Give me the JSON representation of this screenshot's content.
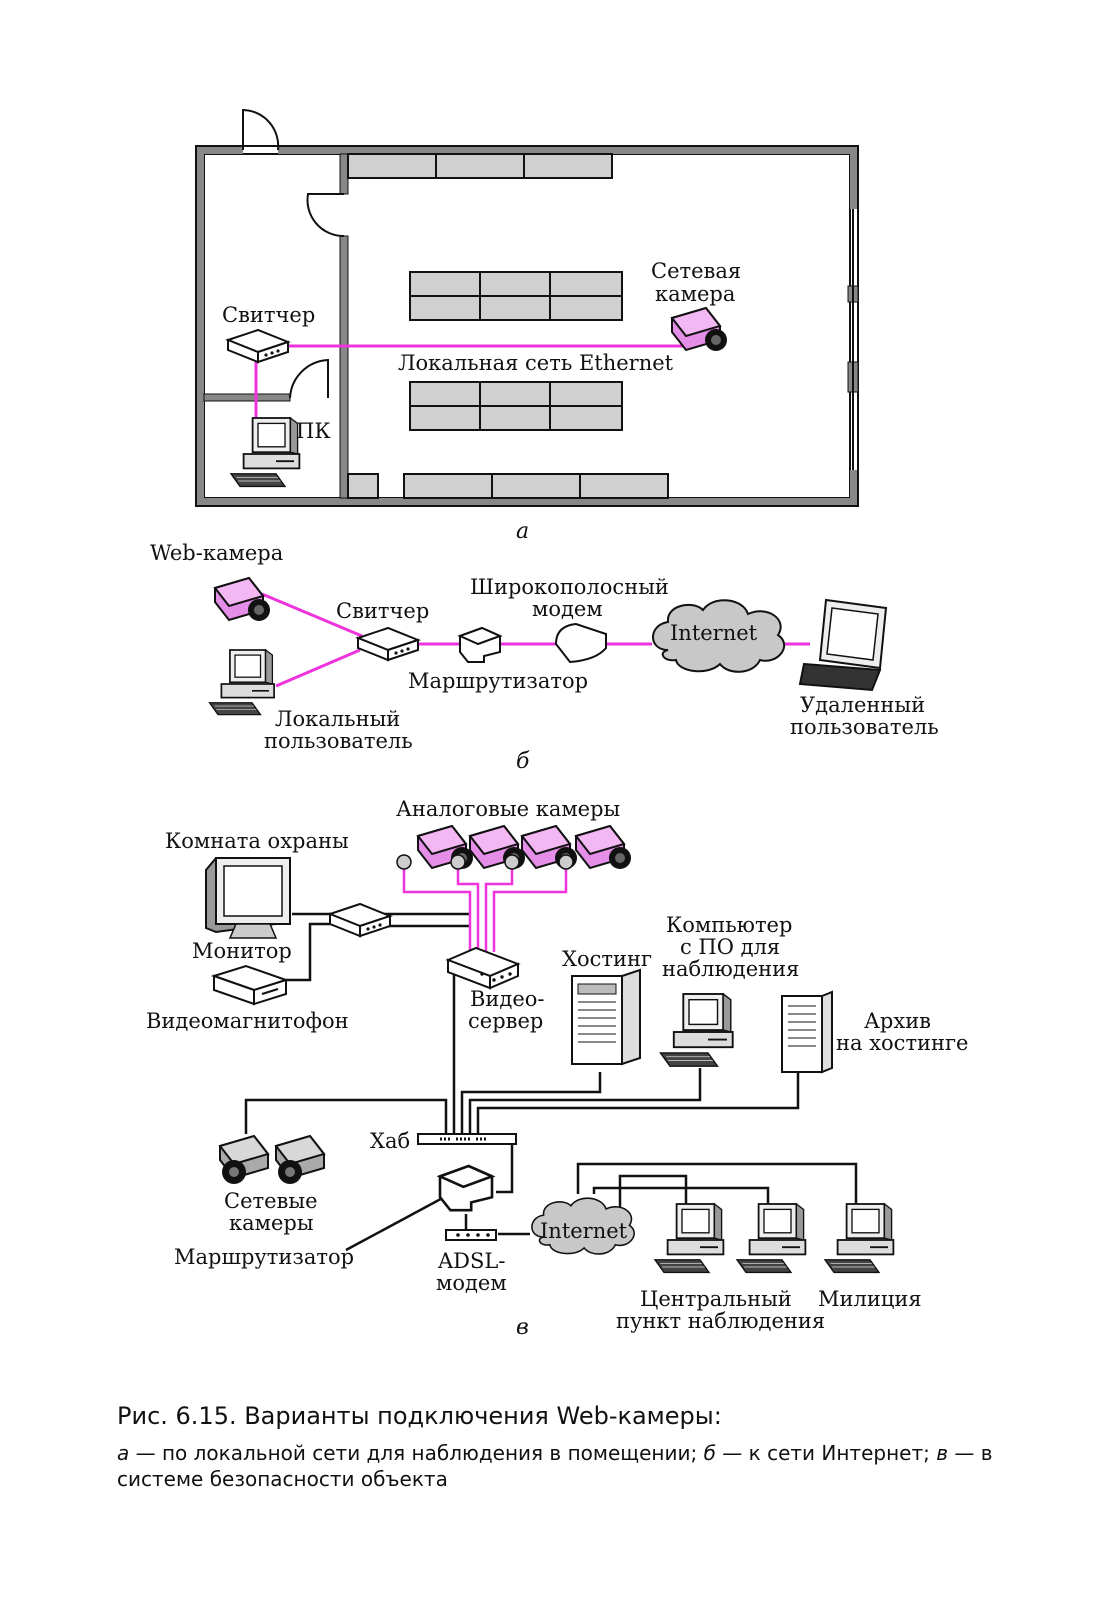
{
  "colors": {
    "network": "#ee33dd",
    "camera": "#e58ee8",
    "wall": "#888888",
    "furniture": "#d0d0d0",
    "cloud": "#c8c8c8",
    "stroke": "#111111"
  },
  "panel_a": {
    "letter": "а",
    "switch_label": "Свитчер",
    "camera_label_1": "Сетевая",
    "camera_label_2": "камера",
    "lan_label": "Локальная сеть Ethernet",
    "pc_label": "ПК"
  },
  "panel_b": {
    "letter": "б",
    "webcam_label": "Web-камера",
    "switch_label": "Свитчер",
    "modem_label_1": "Широкополосный",
    "modem_label_2": "модем",
    "router_label": "Маршрутизатор",
    "internet_label": "Internet",
    "local_user_1": "Локальный",
    "local_user_2": "пользователь",
    "remote_user_1": "Удаленный",
    "remote_user_2": "пользователь"
  },
  "panel_c": {
    "letter": "в",
    "analog_cameras": "Аналоговые камеры",
    "security_room": "Комната охраны",
    "monitor": "Монитор",
    "vcr": "Видеомагнитофон",
    "video_server_1": "Видео-",
    "video_server_2": "сервер",
    "hosting": "Хостинг",
    "pc_soft_1": "Компьютер",
    "pc_soft_2": "с ПО для",
    "pc_soft_3": "наблюдения",
    "archive_1": "Архив",
    "archive_2": "на хостинге",
    "hub": "Хаб",
    "net_cams_1": "Сетевые",
    "net_cams_2": "камеры",
    "router": "Маршрутизатор",
    "adsl_1": "ADSL-",
    "adsl_2": "модем",
    "internet": "Internet",
    "central_1": "Центральный",
    "central_2": "пункт наблюдения",
    "police": "Милиция"
  },
  "caption": {
    "title": "Рис. 6.15. Варианты подключения Web-камеры:",
    "a_letter": "а",
    "a_text": " — по  локальной сети для наблюдения в помещении; ",
    "b_letter": "б",
    "b_text": " — к сети Интернет; ",
    "c_letter": "в",
    "c_text": " — в системе безопасности объекта"
  }
}
